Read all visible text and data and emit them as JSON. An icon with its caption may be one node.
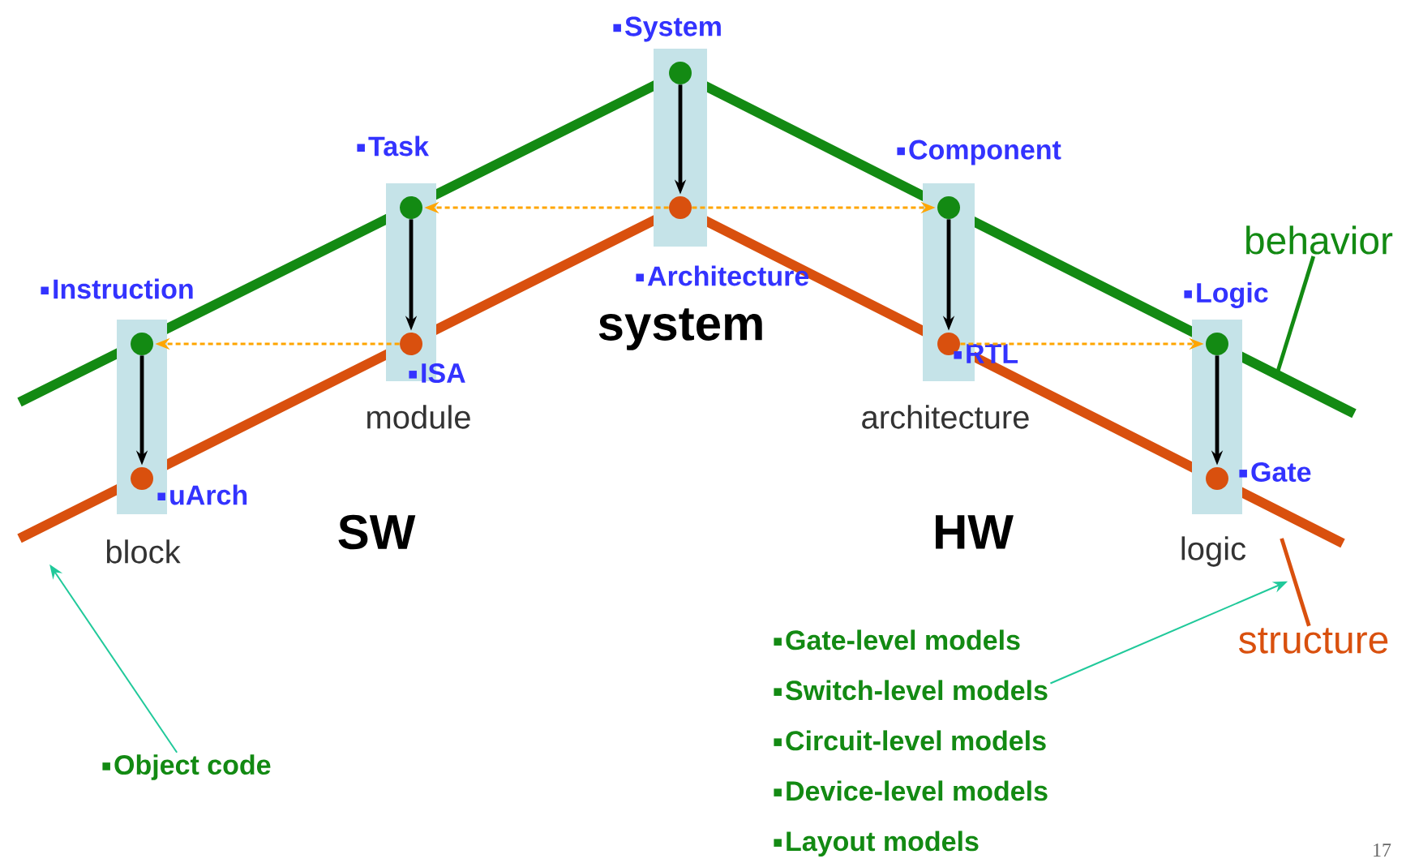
{
  "diagram": {
    "nodes": [
      {
        "text": [],
        "shape": "bar",
        "beside": [
          "block"
        ]
      },
      {
        "text": [],
        "shape": "circle",
        "in": 0,
        "beside": [
          "Instruction"
        ]
      },
      {
        "text": [],
        "shape": "circle",
        "in": 0,
        "beside": [
          "uArch"
        ]
      },
      {
        "text": [],
        "shape": "bar",
        "beside": [
          "module"
        ]
      },
      {
        "text": [],
        "shape": "circle",
        "in": 3,
        "beside": [
          "Task"
        ]
      },
      {
        "text": [],
        "shape": "circle",
        "in": 3,
        "beside": [
          "ISA"
        ]
      },
      {
        "text": [],
        "shape": "bar"
      },
      {
        "text": [],
        "shape": "circle",
        "in": 6,
        "beside": [
          "System"
        ]
      },
      {
        "text": [],
        "shape": "circle",
        "in": 6,
        "beside": [
          "Architecture"
        ]
      },
      {
        "text": [],
        "shape": "bar",
        "beside": [
          "architecture"
        ]
      },
      {
        "text": [],
        "shape": "circle",
        "in": 9,
        "beside": [
          "Component"
        ]
      },
      {
        "text": [],
        "shape": "circle",
        "in": 9,
        "beside": [
          "RTL"
        ]
      },
      {
        "text": [],
        "shape": "bar",
        "beside": [
          "logic"
        ]
      },
      {
        "text": [],
        "shape": "circle",
        "in": 12,
        "beside": [
          "Logic"
        ]
      },
      {
        "text": [],
        "shape": "circle",
        "in": 12,
        "beside": [
          "Gate"
        ]
      },
      {
        "text": [
          "behavior"
        ]
      },
      {
        "text": [
          "structure"
        ]
      },
      {
        "text": [
          "Object code"
        ]
      },
      {
        "text": [
          "Gate-level models",
          "Switch-level models",
          "Circuit-level models",
          "Device-level models",
          "Layout models"
        ]
      }
    ],
    "edges": [
      {
        "from": 1,
        "to": 2,
        "arrow": "to"
      },
      {
        "from": 4,
        "to": 5,
        "arrow": "to"
      },
      {
        "from": 7,
        "to": 8,
        "arrow": "to"
      },
      {
        "from": 10,
        "to": 11,
        "arrow": "to"
      },
      {
        "from": 13,
        "to": 14,
        "arrow": "to"
      },
      {
        "from": 8,
        "to": 4,
        "arrow": "to",
        "style": "dashed",
        "color": "#ffa500"
      },
      {
        "from": 5,
        "to": 1,
        "arrow": "to",
        "style": "dashed",
        "color": "#ffa500"
      },
      {
        "from": 8,
        "to": 10,
        "arrow": "to",
        "style": "dashed",
        "color": "#ffa500"
      },
      {
        "from": 11,
        "to": 13,
        "arrow": "to",
        "style": "dashed",
        "color": "#ffa500"
      },
      {
        "from": 15,
        "to": null,
        "arrow": "none",
        "color": "#138a13"
      },
      {
        "from": 16,
        "to": null,
        "arrow": "none",
        "color": "#d9500e"
      },
      {
        "from": 17,
        "to": null,
        "arrow": "to",
        "color": "#20c99a"
      },
      {
        "from": 18,
        "to": null,
        "arrow": "to",
        "color": "#20c99a"
      }
    ],
    "labels": [
      "system",
      "SW",
      "HW",
      "17"
    ]
  }
}
